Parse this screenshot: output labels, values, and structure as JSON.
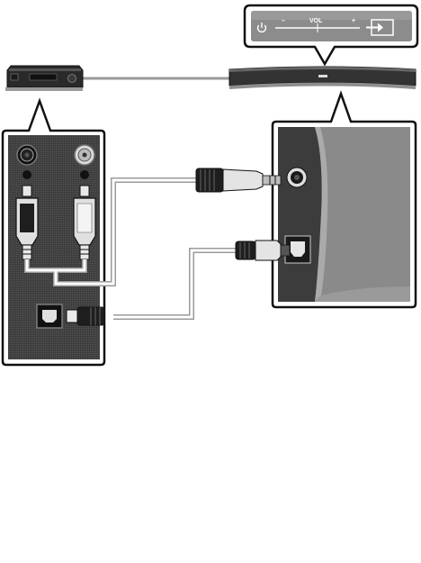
{
  "control_panel": {
    "minus_label": "–",
    "vol_label": "VOL",
    "plus_label": "+",
    "icons": [
      "power-icon",
      "source-input-icon"
    ]
  },
  "devices": {
    "external_device": "dvd-player-icon",
    "soundbar": "curved-soundbar"
  },
  "connections": [
    "analog-audio-cable",
    "optical-audio-cable"
  ],
  "colors": {
    "panel_dark": "#3a3a3a",
    "panel_light": "#9e9e9e",
    "cable": "#9a9a9a",
    "outline": "#1a1a1a"
  }
}
